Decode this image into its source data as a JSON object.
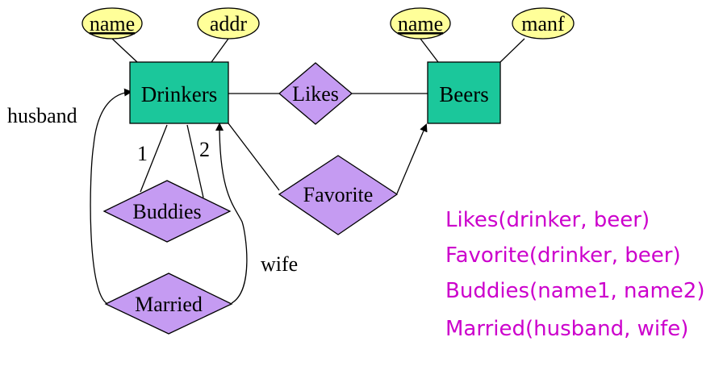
{
  "colors": {
    "entity_fill": "#1bc79b",
    "attribute_fill": "#ffff99",
    "relationship_fill": "#c59bf2",
    "line": "#000000",
    "schema_text": "#cc00cc"
  },
  "entities": {
    "drinkers": "Drinkers",
    "beers": "Beers"
  },
  "attributes": {
    "drinkers_name": "name",
    "drinkers_addr": "addr",
    "beers_name": "name",
    "beers_manf": "manf"
  },
  "relationships": {
    "likes": "Likes",
    "favorite": "Favorite",
    "buddies": "Buddies",
    "married": "Married"
  },
  "roles": {
    "husband": "husband",
    "wife": "wife",
    "buddy_1": "1",
    "buddy_2": "2"
  },
  "schemas": [
    "Likes(drinker, beer)",
    "Favorite(drinker, beer)",
    "Buddies(name1, name2)",
    "Married(husband, wife)"
  ]
}
